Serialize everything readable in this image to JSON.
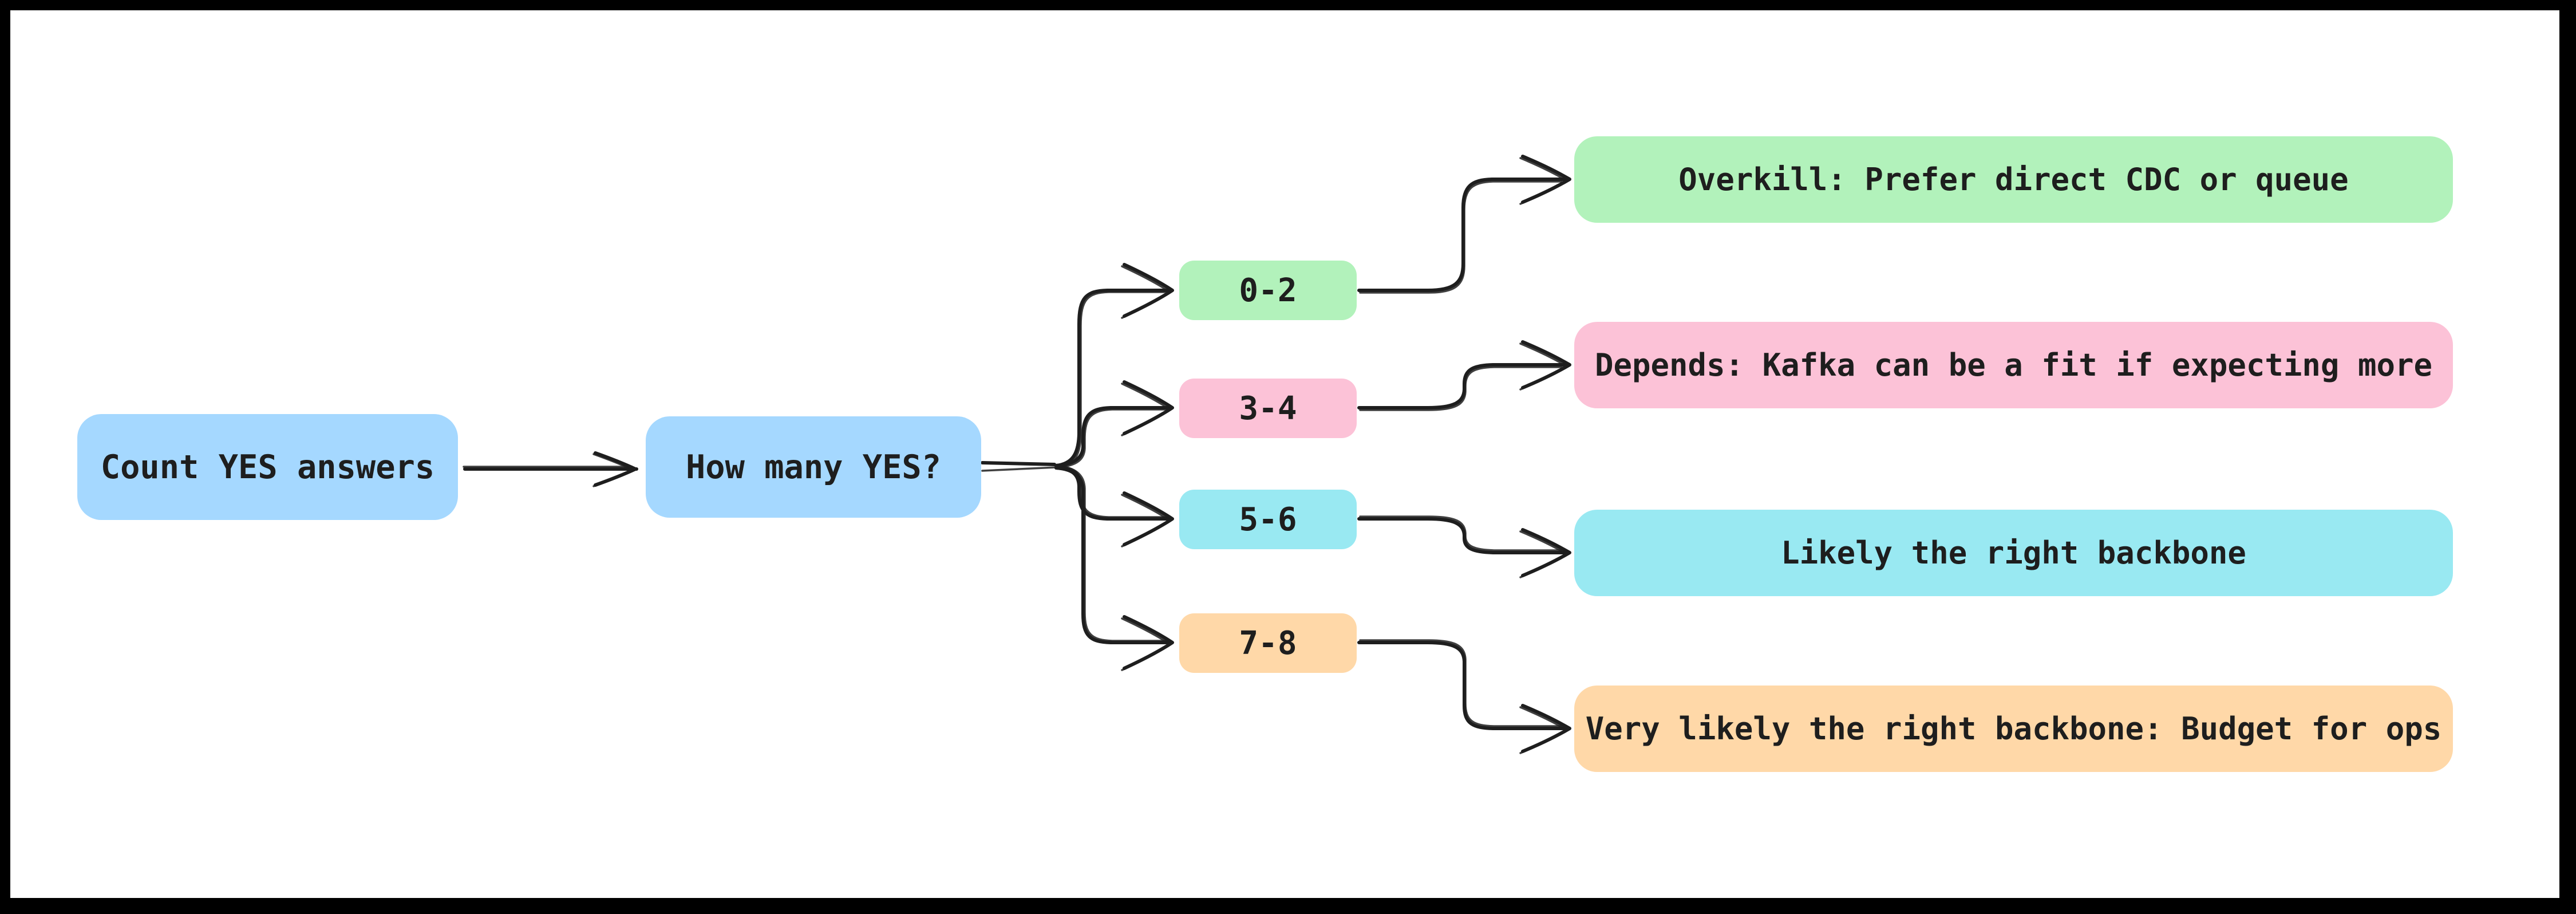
{
  "canvas": {
    "background": "#ffffff",
    "frame": "#000000",
    "ink": "#1e1e1e"
  },
  "nodes": {
    "count": {
      "label": "Count YES answers",
      "color": "#a5d8ff"
    },
    "howmany": {
      "label": "How many YES?",
      "color": "#a5d8ff"
    },
    "b02": {
      "label": "0-2",
      "color": "#b2f2bb"
    },
    "b34": {
      "label": "3-4",
      "color": "#fcc2d7"
    },
    "b56": {
      "label": "5-6",
      "color": "#99e9f2"
    },
    "b78": {
      "label": "7-8",
      "color": "#ffd8a8"
    },
    "r02": {
      "label": "Overkill: Prefer direct CDC or queue",
      "color": "#b2f2bb"
    },
    "r34": {
      "label": "Depends: Kafka can be a fit if expecting more",
      "color": "#fcc2d7"
    },
    "r56": {
      "label": "Likely the right backbone",
      "color": "#99e9f2"
    },
    "r78": {
      "label": "Very likely the right backbone: Budget for ops",
      "color": "#ffd8a8"
    }
  },
  "edges": [
    {
      "from": "count",
      "to": "howmany",
      "arrowhead": "arrow"
    },
    {
      "from": "howmany",
      "to": "b02",
      "arrowhead": "arrow"
    },
    {
      "from": "howmany",
      "to": "b34",
      "arrowhead": "arrow"
    },
    {
      "from": "howmany",
      "to": "b56",
      "arrowhead": "arrow"
    },
    {
      "from": "howmany",
      "to": "b78",
      "arrowhead": "arrow"
    },
    {
      "from": "b02",
      "to": "r02",
      "arrowhead": "arrow"
    },
    {
      "from": "b34",
      "to": "r34",
      "arrowhead": "arrow"
    },
    {
      "from": "b56",
      "to": "r56",
      "arrowhead": "arrow"
    },
    {
      "from": "b78",
      "to": "r78",
      "arrowhead": "arrow"
    }
  ]
}
